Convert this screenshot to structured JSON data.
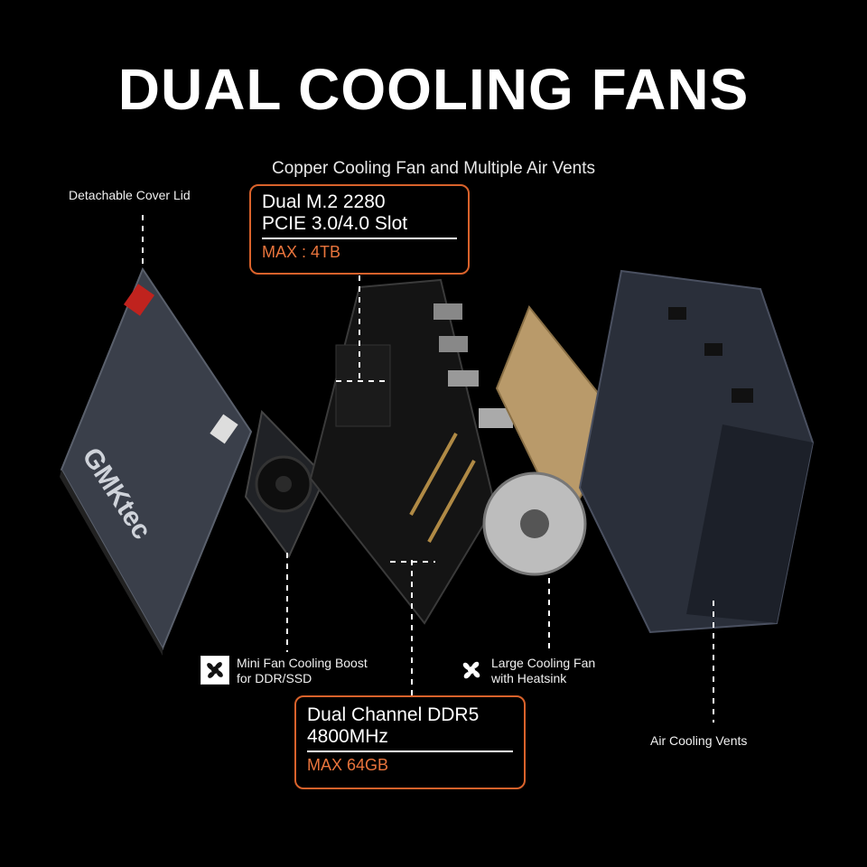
{
  "title": "DUAL COOLING FANS",
  "subtitle": "Copper Cooling Fan and Multiple Air Vents",
  "brand": "GMKtec",
  "callouts": {
    "cover_lid": "Detachable Cover Lid",
    "m2": {
      "line1": "Dual M.2 2280",
      "line2": "PCIE 3.0/4.0 Slot",
      "max": "MAX : 4TB"
    },
    "mini_fan": {
      "line1": "Mini Fan Cooling Boost",
      "line2": "for DDR/SSD"
    },
    "large_fan": {
      "line1": "Large Cooling Fan",
      "line2": "with Heatsink"
    },
    "ddr": {
      "line1": "Dual Channel DDR5",
      "line2": "4800MHz",
      "max": "MAX 64GB"
    },
    "vents": "Air Cooling Vents"
  },
  "colors": {
    "background": "#000000",
    "accent": "#d9622b",
    "max_text": "#e9743c"
  },
  "icons": [
    "fan-icon-mini",
    "fan-icon-large"
  ]
}
